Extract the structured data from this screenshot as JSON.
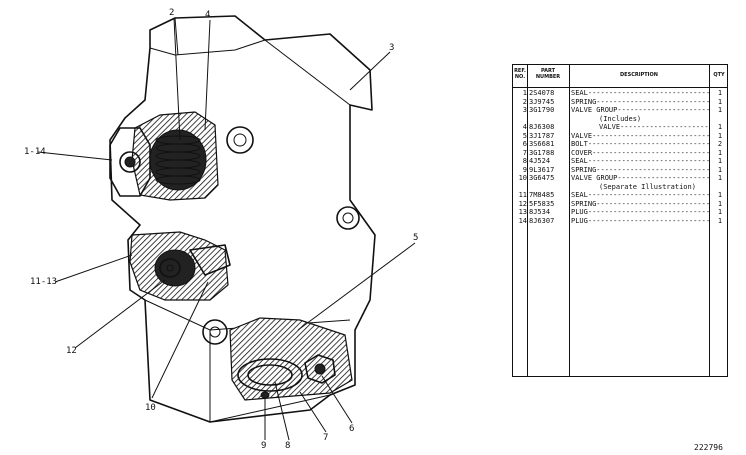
{
  "callouts": {
    "c2": "2",
    "c4": "4",
    "c3": "3",
    "c1_14": "1-14",
    "c11_13": "11-13",
    "c5": "5",
    "c12": "12",
    "c10": "10",
    "c9": "9",
    "c8": "8",
    "c7": "7",
    "c6": "6"
  },
  "table": {
    "headers": {
      "ref_no_line1": "REF.",
      "ref_no_line2": "NO.",
      "part_number_line1": "PART",
      "part_number_line2": "NUMBER",
      "description": "DESCRIPTION",
      "qty": "QTY"
    },
    "rows": [
      {
        "ref": "1",
        "part": "2S4078",
        "desc": "SEAL------------------------------",
        "qty": "1"
      },
      {
        "ref": "2",
        "part": "3J9745",
        "desc": "SPRING----------------------------",
        "qty": "1"
      },
      {
        "ref": "3",
        "part": "3G1790",
        "desc": "VALVE GROUP-----------------------",
        "qty": "1"
      },
      {
        "ref": "",
        "part": "",
        "desc": "(Includes)",
        "qty": "",
        "indent": true
      },
      {
        "ref": "4",
        "part": "8J6308",
        "desc": "VALVE---------------------",
        "qty": "1",
        "indent": true
      },
      {
        "ref": "5",
        "part": "3J1787",
        "desc": "VALVE-----------------------------",
        "qty": "1"
      },
      {
        "ref": "6",
        "part": "3S6681",
        "desc": "BOLT------------------------------",
        "qty": "2"
      },
      {
        "ref": "7",
        "part": "3G1788",
        "desc": "COVER-----------------------------",
        "qty": "1"
      },
      {
        "ref": "8",
        "part": "4J524",
        "desc": "SEAL------------------------------",
        "qty": "1"
      },
      {
        "ref": "9",
        "part": "9L3617",
        "desc": "SPRING----------------------------",
        "qty": "1"
      },
      {
        "ref": "10",
        "part": "3G6475",
        "desc": "VALVE GROUP-----------------------",
        "qty": "1"
      },
      {
        "ref": "",
        "part": "",
        "desc": "(Separate Illustration)",
        "qty": "",
        "indent": true
      },
      {
        "ref": "11",
        "part": "7M8485",
        "desc": "SEAL------------------------------",
        "qty": "1"
      },
      {
        "ref": "12",
        "part": "5F5835",
        "desc": "SPRING----------------------------",
        "qty": "1"
      },
      {
        "ref": "13",
        "part": "8J534",
        "desc": "PLUG------------------------------",
        "qty": "1"
      },
      {
        "ref": "14",
        "part": "8J6307",
        "desc": "PLUG------------------------------",
        "qty": "1"
      }
    ]
  },
  "figure_number": "222796"
}
